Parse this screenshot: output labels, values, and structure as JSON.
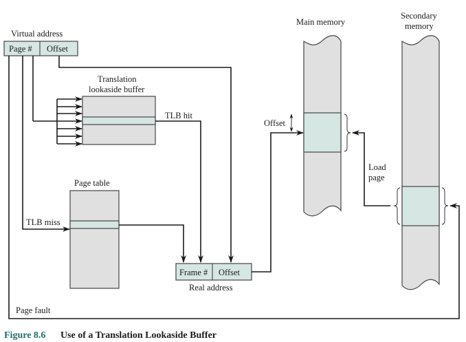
{
  "figure": {
    "caption_number": "Figure 8.6",
    "caption_title": "Use of a Translation Lookaside Buffer"
  },
  "virtual_address": {
    "title": "Virtual address",
    "fields": [
      "Page #",
      "Offset"
    ]
  },
  "tlb": {
    "title_line1": "Translation",
    "title_line2": "lookaside buffer",
    "hit_label": "TLB hit",
    "miss_label": "TLB miss"
  },
  "page_table": {
    "title": "Page table"
  },
  "real_address": {
    "title": "Real address",
    "fields": [
      "Frame #",
      "Offset"
    ]
  },
  "main_memory": {
    "title": "Main memory",
    "offset_label": "Offset"
  },
  "secondary_memory": {
    "title_line1": "Secondary",
    "title_line2": "memory"
  },
  "flows": {
    "load_page_line1": "Load",
    "load_page_line2": "page",
    "page_fault": "Page fault"
  },
  "colors": {
    "block_fill": "#e0e0e0",
    "highlight_fill": "#d6e6e3",
    "caption_accent": "#1f6b6b"
  }
}
